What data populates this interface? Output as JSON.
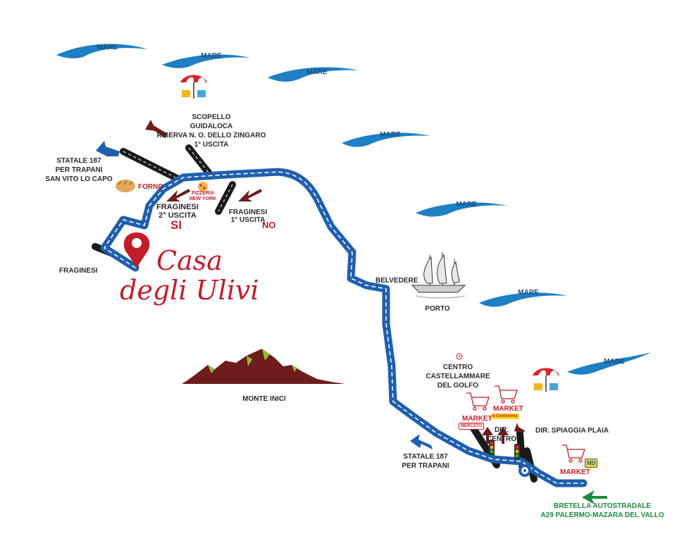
{
  "sea": {
    "label": "MARE",
    "color": "#1d7fc4"
  },
  "road_color": "#1f5fad",
  "brand": {
    "line1": "Casa",
    "line2": "degli Ulivi",
    "color": "#c11d2b"
  },
  "places": {
    "scopello": [
      "SCOPELLO",
      "GUIDALOCA",
      "RISERVA N. O. DELLO ZINGARO",
      "1° USCITA"
    ],
    "statale_nw": [
      "STATALE 187",
      "PER TRAPANI",
      "SAN VITO LO CAPO"
    ],
    "forno": "FORNO",
    "pizzeria": [
      "PIZZERIA",
      "NEW YORK"
    ],
    "fraginesi_2": [
      "FRAGINESI",
      "2° USCITA"
    ],
    "si": "SI",
    "fraginesi_1": [
      "FRAGINESI",
      "1° USCITA"
    ],
    "no": "NO",
    "fraginesi": "FRAGINESI",
    "belvedere": "BELVEDERE",
    "porto": "PORTO",
    "monte_inici": "MONTE INICI",
    "centro": [
      "CENTRO",
      "CASTELLAMMARE",
      "DEL GOLFO"
    ],
    "market": "MARKET",
    "mercato": "MERCATO",
    "conveniente": "il Centesimo",
    "md": "MD",
    "dir_centro": [
      "DIR.",
      "CENTRO"
    ],
    "dir_spiaggia": "DIR. SPIAGGIA PLAIA",
    "statale_se": [
      "STATALE 187",
      "PER TRAPANI"
    ],
    "bretella": [
      "BRETELLA AUTOSTRADALE",
      "A29 PALERMO-MAZARA DEL VALLO"
    ]
  },
  "icons": [
    "beach-umbrella-icon",
    "bread-icon",
    "pizza-icon",
    "location-pin-icon",
    "sailing-ship-icon",
    "mountain-icon",
    "shopping-cart-icon",
    "traffic-light-icon",
    "compass-icon"
  ]
}
